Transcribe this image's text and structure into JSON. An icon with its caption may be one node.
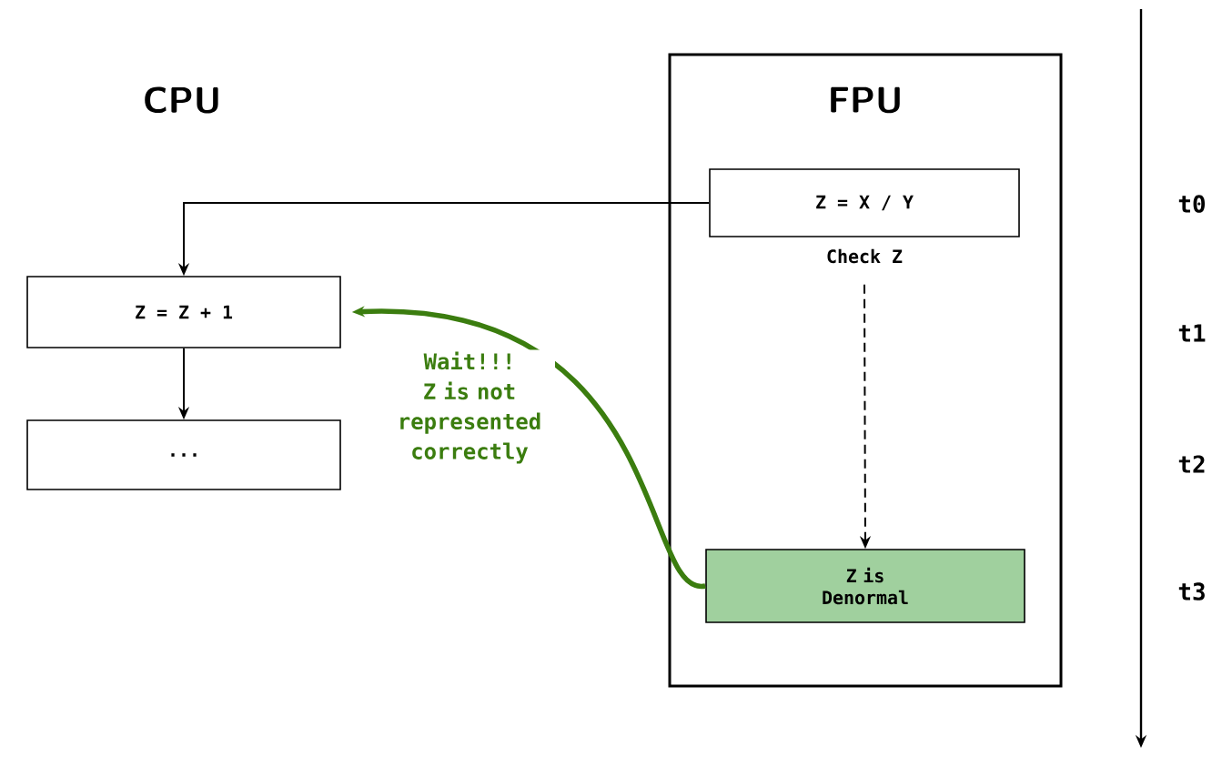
{
  "diagram": {
    "nodes": [
      {
        "text": [
          "FPU"
        ]
      },
      {
        "text": [
          "Z = X / Y"
        ],
        "in": 0,
        "beside": [
          "Check Z"
        ]
      },
      {
        "text": [
          "Z = Z + 1"
        ]
      },
      {
        "text": [
          "..."
        ]
      },
      {
        "text": [
          "Z is Denormal"
        ],
        "in": 0
      }
    ],
    "edges": [
      {
        "from": 1,
        "to": 2,
        "arrow": "to"
      },
      {
        "from": 2,
        "to": 3,
        "arrow": "to"
      },
      {
        "from": 1,
        "to": 4,
        "arrow": "to",
        "style": "dashed"
      },
      {
        "from": 4,
        "to": 2,
        "arrow": "to",
        "style": "thick",
        "color": "#3b7d0f",
        "label": "Wait!!! Z is not represented correctly"
      }
    ],
    "labels": [
      "CPU",
      "t0",
      "t1",
      "t2",
      "t3"
    ]
  }
}
